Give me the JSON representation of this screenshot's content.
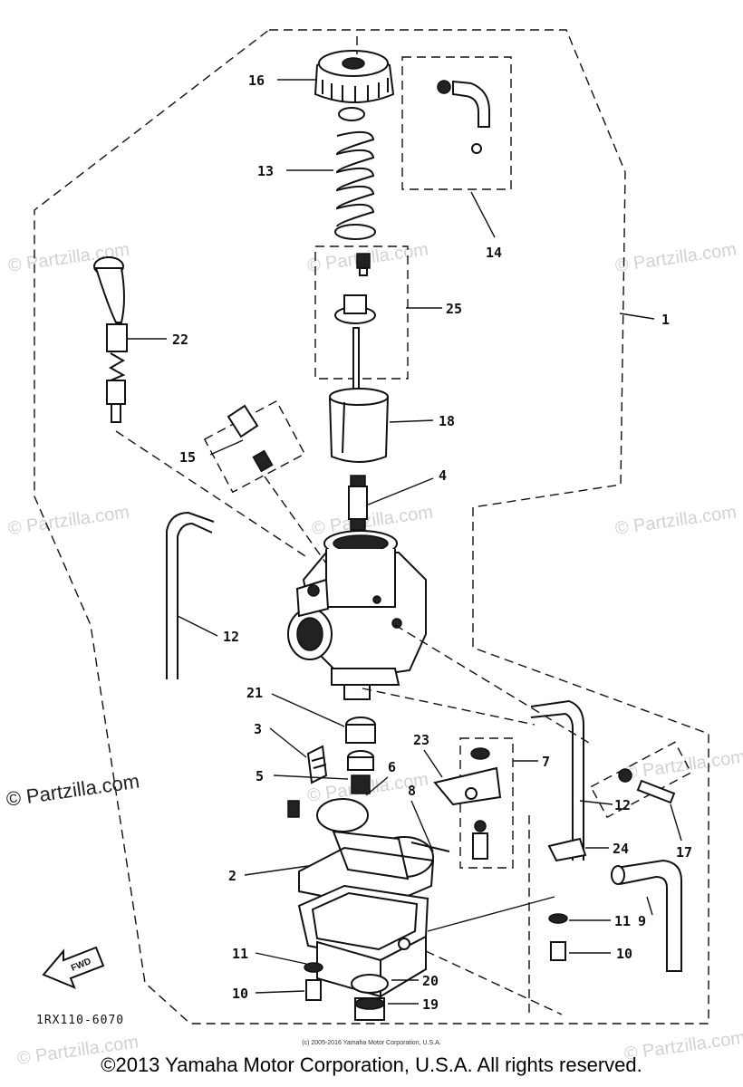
{
  "diagram": {
    "drawing_id": "1RX110-6070",
    "fwd_label": "FWD",
    "callouts": [
      "1",
      "2",
      "3",
      "4",
      "5",
      "6",
      "7",
      "8",
      "9",
      "10",
      "10",
      "11",
      "11",
      "12",
      "12",
      "13",
      "14",
      "15",
      "16",
      "17",
      "18",
      "19",
      "20",
      "21",
      "22",
      "23",
      "24",
      "25"
    ]
  },
  "watermark": {
    "text": "© Partzilla.com"
  },
  "footer": {
    "source_note": "(c) 2005-2016 Yamaha Motor Corporation, U.S.A.",
    "copyright": "©2013 Yamaha Motor Corporation, U.S.A. All rights reserved."
  }
}
